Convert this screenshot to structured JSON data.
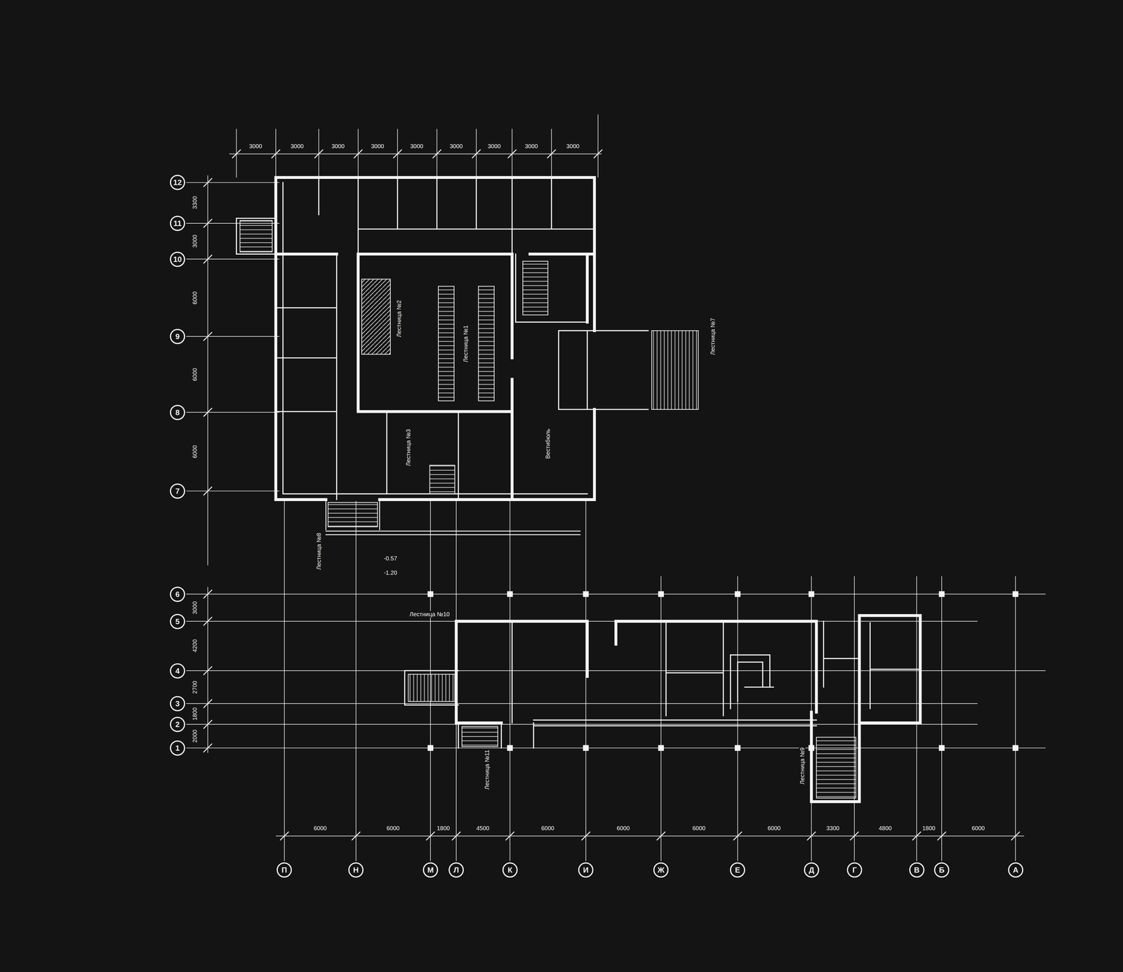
{
  "diagram": {
    "nodes": [
      {
        "text": [
          "12"
        ]
      },
      {
        "text": [
          "11"
        ]
      },
      {
        "text": [
          "10"
        ]
      },
      {
        "text": [
          "9"
        ]
      },
      {
        "text": [
          "8"
        ]
      },
      {
        "text": [
          "7"
        ]
      },
      {
        "text": [
          "6"
        ]
      },
      {
        "text": [
          "5"
        ]
      },
      {
        "text": [
          "4"
        ]
      },
      {
        "text": [
          "3"
        ]
      },
      {
        "text": [
          "2"
        ]
      },
      {
        "text": [
          "1"
        ]
      },
      {
        "text": [
          "П"
        ]
      },
      {
        "text": [
          "Н"
        ]
      },
      {
        "text": [
          "М"
        ]
      },
      {
        "text": [
          "Л"
        ]
      },
      {
        "text": [
          "К"
        ]
      },
      {
        "text": [
          "И"
        ]
      },
      {
        "text": [
          "Ж"
        ]
      },
      {
        "text": [
          "Е"
        ]
      },
      {
        "text": [
          "Д"
        ]
      },
      {
        "text": [
          "Г"
        ]
      },
      {
        "text": [
          "В"
        ]
      },
      {
        "text": [
          "Б"
        ]
      },
      {
        "text": [
          "А"
        ]
      }
    ],
    "labels": [
      "Лестница №1",
      "Лестница №2",
      "Лестница №3",
      "Лестница №7",
      "Лестница №8",
      "Лестница №9",
      "Лестница №10",
      "Лестница №11",
      "Вестибюль",
      "-0.57",
      "-1.20",
      "3300",
      "3000",
      "6000",
      "6000",
      "6000",
      "3000",
      "4200",
      "2700",
      "1800",
      "2000",
      "3000",
      "3000",
      "3000",
      "3000",
      "3000",
      "3000",
      "3000",
      "3000",
      "3000",
      "6000",
      "6000",
      "1800",
      "4500",
      "6000",
      "6000",
      "6000",
      "6000",
      "3300",
      "4800",
      "1800",
      "6000"
    ]
  }
}
